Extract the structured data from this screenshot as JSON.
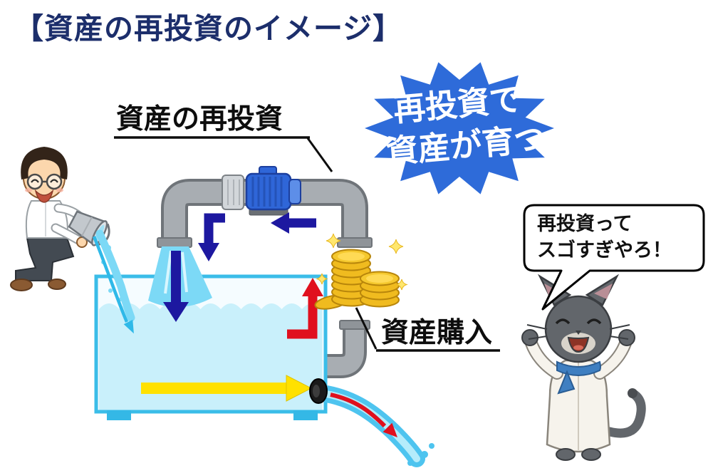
{
  "title": "【資産の再投資のイメージ】",
  "labels": {
    "reinvest": "資産の再投資",
    "purchase": "資産購入"
  },
  "burst": {
    "line1": "再投資で",
    "line2": "資産が育つ"
  },
  "bubble": {
    "line1": "再投資って",
    "line2": "スゴすぎやろ！"
  },
  "colors": {
    "title_text": "#1c2e6b",
    "burst_blue": "#2e6bd9",
    "burst_text": "#ffffff",
    "pipe_gray": "#a8adb2",
    "pipe_edge": "#6f7479",
    "pump_blue": "#2f66d8",
    "tank_border": "#3bbde8",
    "water_blue": "#c9f0fb",
    "pour_blue": "#7cd9f6",
    "coin_gold": "#f0bb1f",
    "arrow_navy": "#1d18a0",
    "arrow_red": "#e0101e",
    "arrow_yellow": "#ffe100",
    "arrow_cyan": "#2fb9e8"
  },
  "icons": {
    "man": "man-pouring-bucket-icon",
    "bucket": "bucket-icon",
    "tank": "water-tank-icon",
    "pump": "pump-icon",
    "coins": "gold-coins-icon",
    "cat": "happy-cat-icon"
  }
}
